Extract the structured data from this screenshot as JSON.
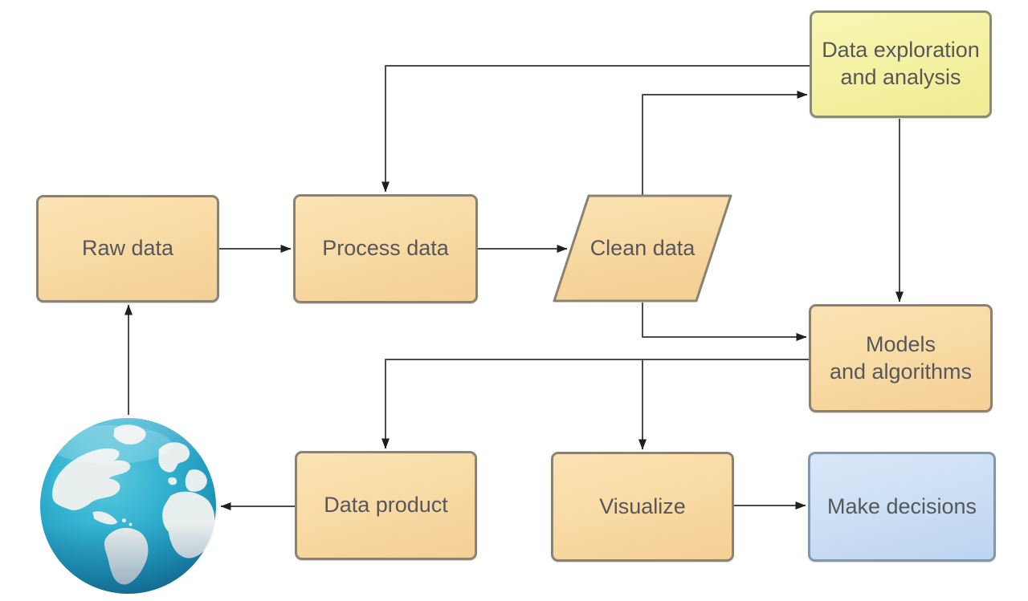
{
  "diagram": {
    "description": "Data science process flowchart",
    "nodes": {
      "raw_data": {
        "label": "Raw data",
        "shape": "rectangle",
        "color_key": "orange"
      },
      "process_data": {
        "label": "Process data",
        "shape": "rectangle",
        "color_key": "orange"
      },
      "clean_data": {
        "label": "Clean data",
        "shape": "parallelogram",
        "color_key": "orange"
      },
      "data_exploration": {
        "line1": "Data exploration",
        "line2": "and analysis",
        "shape": "rectangle",
        "color_key": "yellow"
      },
      "models": {
        "line1": "Models",
        "line2": "and algorithms",
        "shape": "rectangle",
        "color_key": "orange"
      },
      "data_product": {
        "label": "Data product",
        "shape": "rectangle",
        "color_key": "orange"
      },
      "visualize": {
        "label": "Visualize",
        "shape": "rectangle",
        "color_key": "orange"
      },
      "make_decisions": {
        "label": "Make decisions",
        "shape": "rectangle",
        "color_key": "blue"
      },
      "world": {
        "label": "",
        "shape": "globe-illustration"
      }
    },
    "edges": [
      {
        "from": "world",
        "to": "raw_data"
      },
      {
        "from": "raw_data",
        "to": "process_data"
      },
      {
        "from": "process_data",
        "to": "clean_data"
      },
      {
        "from": "clean_data",
        "to": "data_exploration"
      },
      {
        "from": "data_exploration",
        "to": "process_data"
      },
      {
        "from": "data_exploration",
        "to": "models"
      },
      {
        "from": "clean_data",
        "to": "models"
      },
      {
        "from": "models",
        "to": "data_product"
      },
      {
        "from": "models",
        "to": "visualize"
      },
      {
        "from": "visualize",
        "to": "make_decisions"
      },
      {
        "from": "data_product",
        "to": "world"
      }
    ],
    "colors": {
      "process_fill": "#f8d9a2",
      "process_border": "#8a8373",
      "exploration_fill": "#f4f1a1",
      "exploration_border": "#8b8b72",
      "decision_fill": "#cadef4",
      "decision_border": "#8296ad",
      "connector": "#4b4b4b",
      "arrowhead": "#1f1f1f",
      "label_text": "#56575a",
      "background": "#ffffff",
      "globe_ocean": "#2aa7c8",
      "globe_land": "#eef1f0"
    }
  }
}
